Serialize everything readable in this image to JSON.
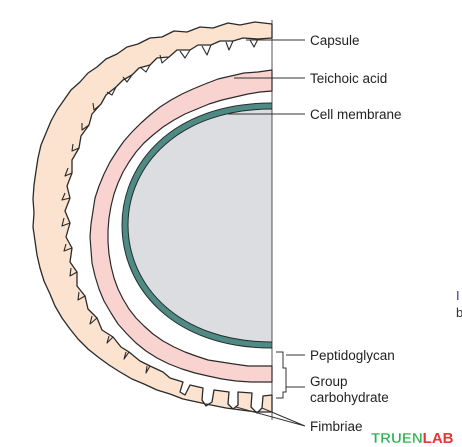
{
  "labels": {
    "capsule": "Capsule",
    "teichoic_acid": "Teichoic acid",
    "cell_membrane": "Cell membrane",
    "peptidoglycan": "Peptidoglycan",
    "group_carbohydrate_1": "Group",
    "group_carbohydrate_2": "carbohydrate",
    "fimbriae": "Fimbriae"
  },
  "watermark": {
    "part1": "TRUEN",
    "part2": "LAB",
    "color1": "#2bb24c",
    "color2": "#e53935"
  },
  "edge_fragment": {
    "top": "I",
    "bottom": "b"
  },
  "colors": {
    "capsule": "#fbe3cf",
    "peptidoglycan": "#f9d3cf",
    "cytoplasm": "#dcdde0",
    "membrane": "#4f8a84",
    "outline": "#2a2a2a"
  }
}
